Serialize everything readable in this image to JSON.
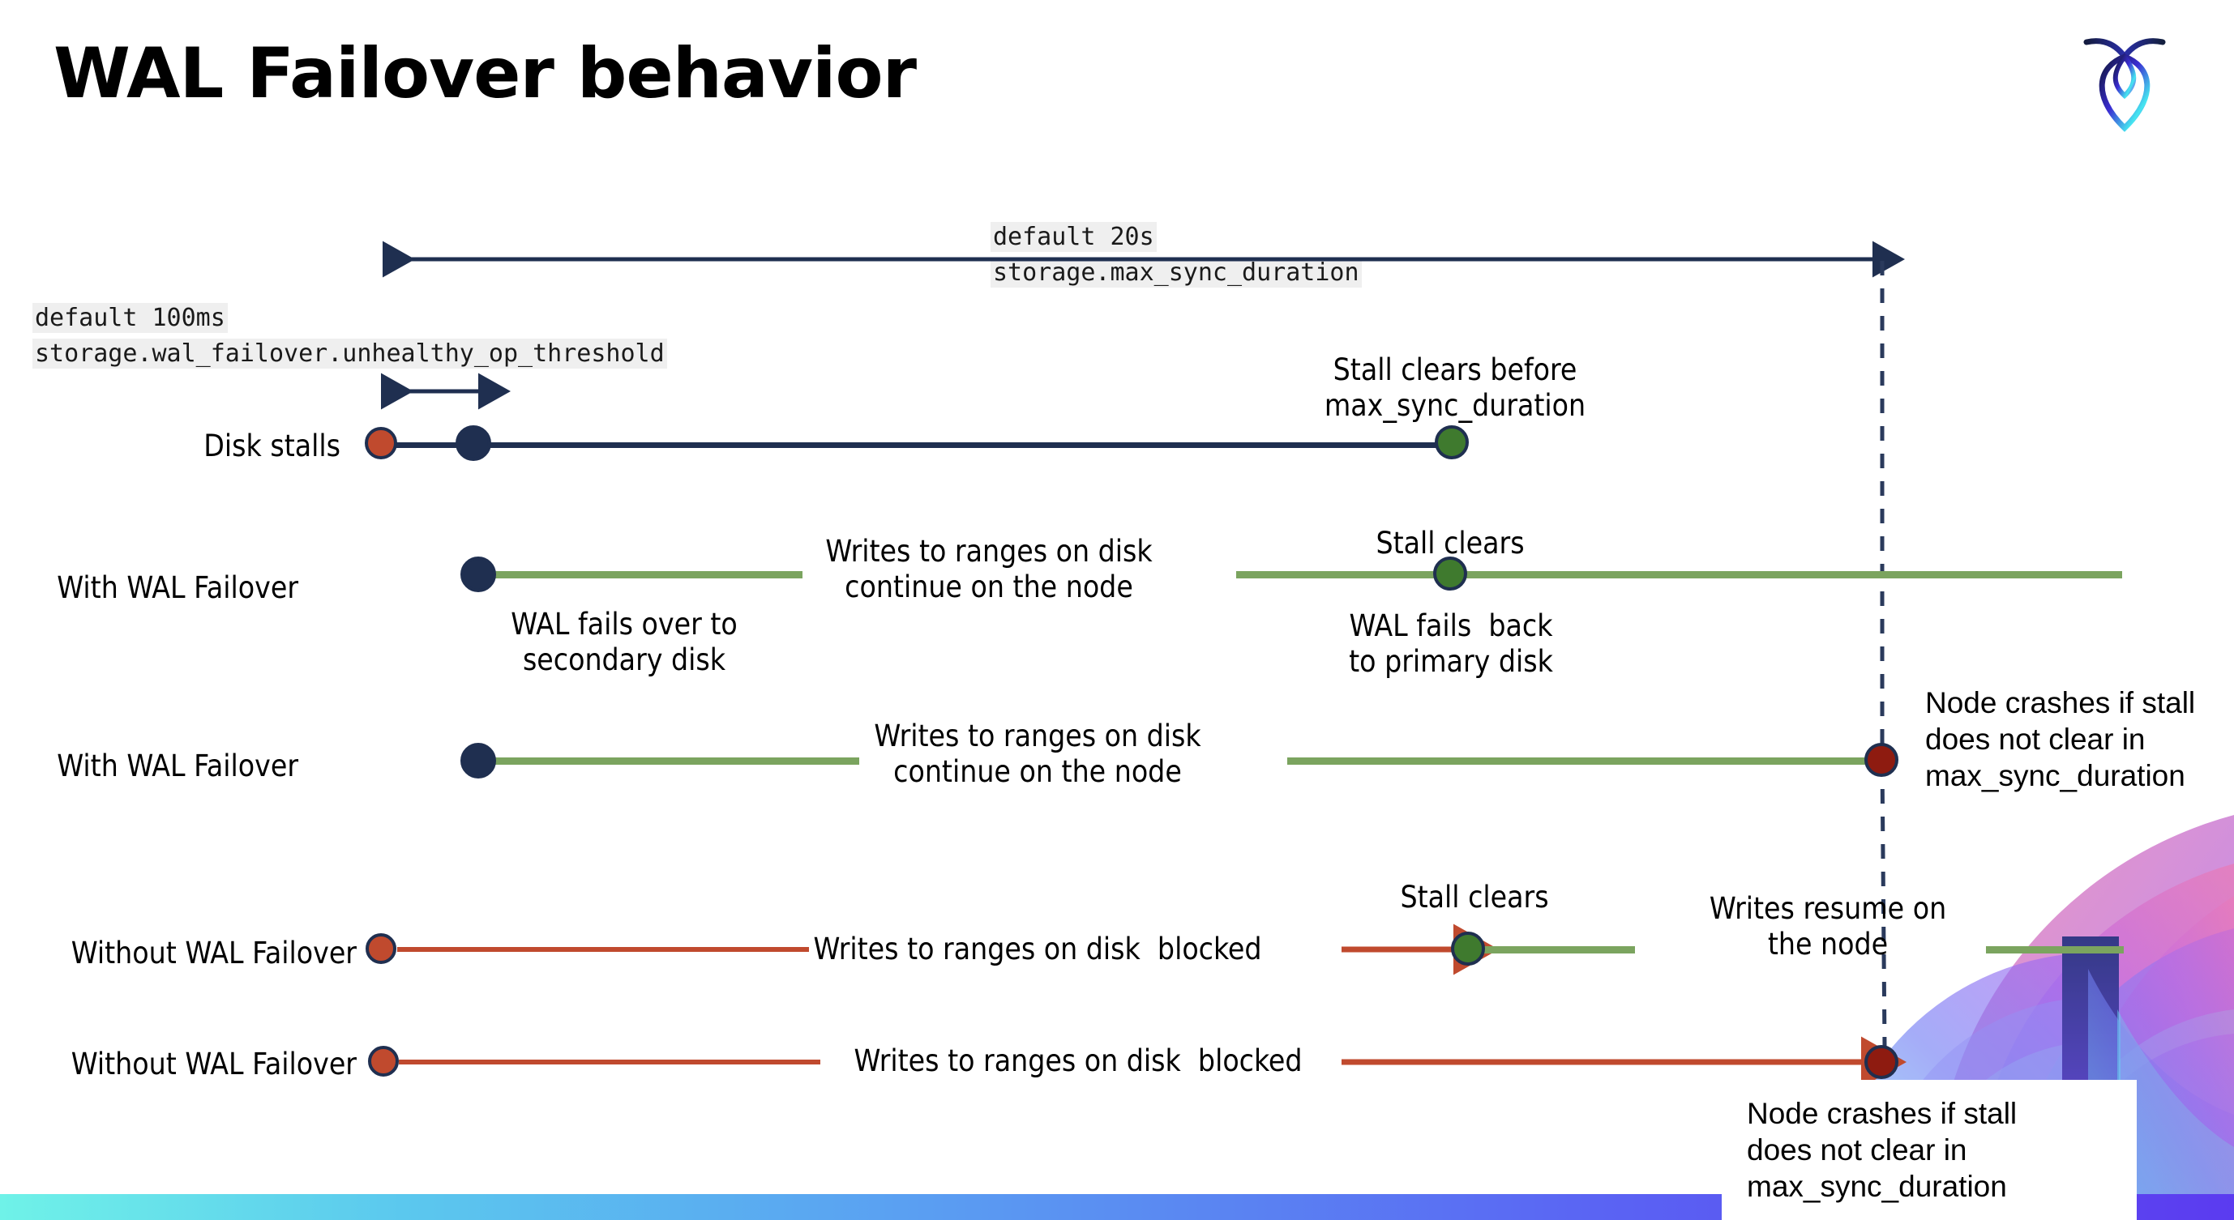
{
  "slide": {
    "title": "WAL Failover behavior",
    "logo_name": "cockroachdb-logo"
  },
  "settings": {
    "max_sync": {
      "default": "default 20s",
      "name": "storage.max_sync_duration"
    },
    "unhealthy": {
      "default": "default 100ms",
      "name": "storage.wal_failover.unhealthy_op_threshold"
    }
  },
  "rows": [
    {
      "label": "Disk stalls",
      "annotations": [
        "Stall clears before\nmax_sync_duration"
      ]
    },
    {
      "label": "With WAL Failover",
      "annotations": [
        "Writes to ranges on disk\ncontinue on the node",
        "Stall clears",
        "WAL fails over to\nsecondary disk",
        "WAL fails  back\nto primary disk"
      ]
    },
    {
      "label": "With WAL Failover",
      "annotations": [
        "Writes to ranges on disk\ncontinue on the node",
        "Node crashes if stall\ndoes not clear in\nmax_sync_duration"
      ]
    },
    {
      "label": "Without WAL Failover",
      "annotations": [
        "Writes to ranges on disk  blocked",
        "Stall clears",
        "Writes resume on\nthe node"
      ]
    },
    {
      "label": "Without WAL Failover",
      "annotations": [
        "Writes to ranges on disk  blocked",
        "Node crashes if stall\ndoes not clear in\nmax_sync_duration"
      ]
    }
  ],
  "colors": {
    "navy": "#1F2F50",
    "green_line": "#7BA45F",
    "green_dot": "#3F7A2E",
    "orange": "#C04A2E",
    "dark_red": "#8E1B10",
    "code_bg": "#efefef",
    "bar_start": "#6FF2E8",
    "bar_end": "#5B3BF0"
  }
}
